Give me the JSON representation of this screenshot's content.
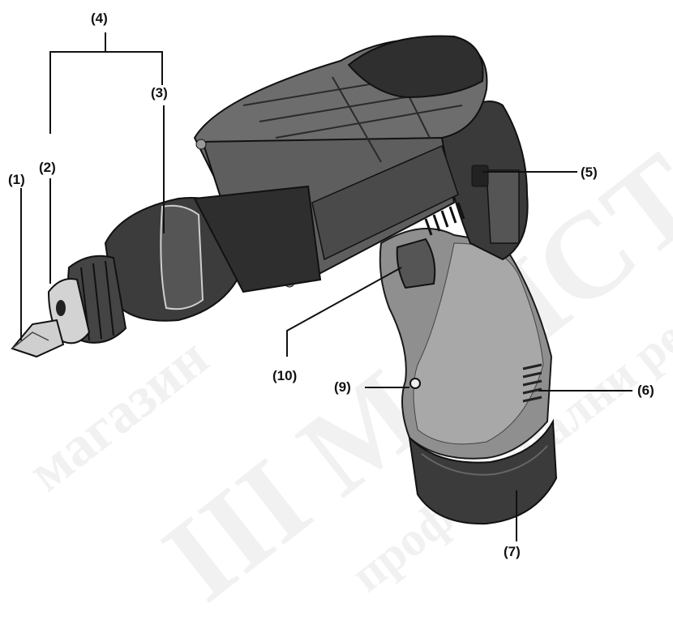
{
  "callouts": {
    "c1": "(1)",
    "c2": "(2)",
    "c3": "(3)",
    "c4": "(4)",
    "c5": "(5)",
    "c6": "(6)",
    "c7": "(7)",
    "c9": "(9)",
    "c10": "(10)"
  },
  "watermark": {
    "line1": "магазин",
    "line2": "III МАЙСТОР",
    "line3": "професионални решения"
  },
  "colors": {
    "body_dark": "#3a3a3a",
    "body_mid": "#6f6f6f",
    "body_light": "#a9a9a9",
    "grip": "#9c9c9c",
    "chuck": "#d4d4d4",
    "line": "#111111"
  }
}
